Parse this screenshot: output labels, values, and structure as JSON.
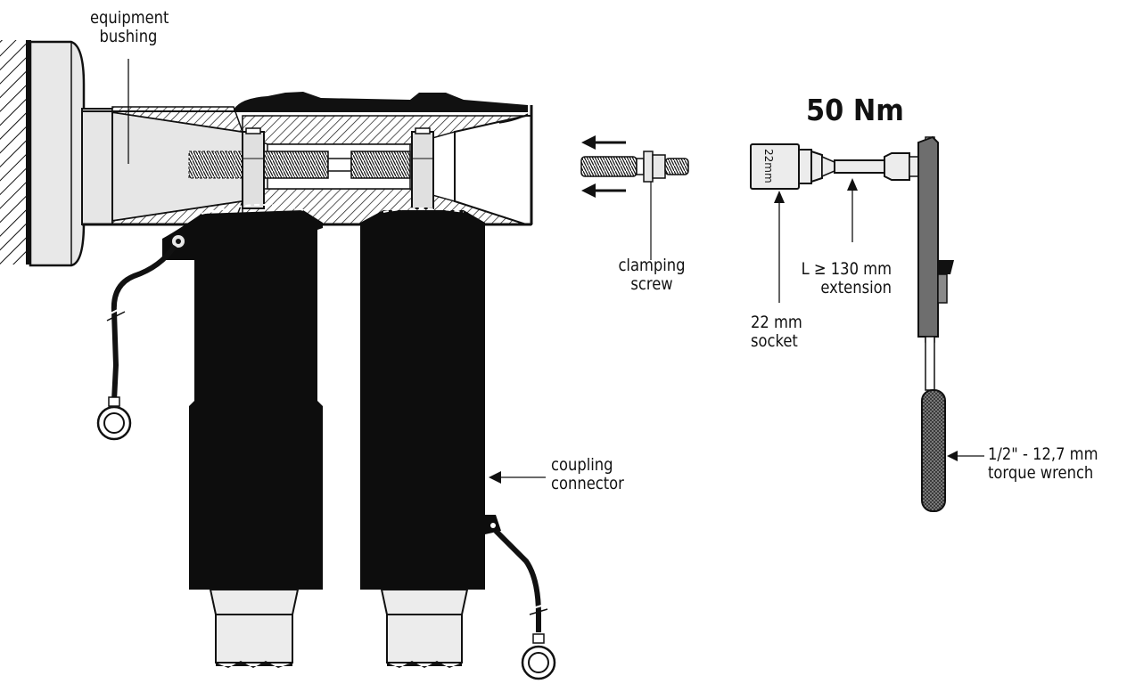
{
  "diagram": {
    "torque_value": "50 Nm",
    "labels": {
      "equipment_bushing": [
        "equipment",
        "bushing"
      ],
      "clamping_screw": [
        "clamping",
        "screw"
      ],
      "extension": [
        "L ≥ 130 mm",
        "extension"
      ],
      "socket": [
        "22 mm",
        "socket"
      ],
      "torque_wrench": [
        "1/2\" - 12,7 mm",
        "torque wrench"
      ],
      "coupling_connector": [
        "coupling",
        "connector"
      ]
    },
    "socket_marking": "22mm",
    "colors": {
      "ink": "#111111",
      "body_black": "#0d0d0d",
      "metal_grey": "#e0e0e0",
      "light_grey": "#ececec",
      "wrench_grey": "#6e6e6e"
    }
  }
}
